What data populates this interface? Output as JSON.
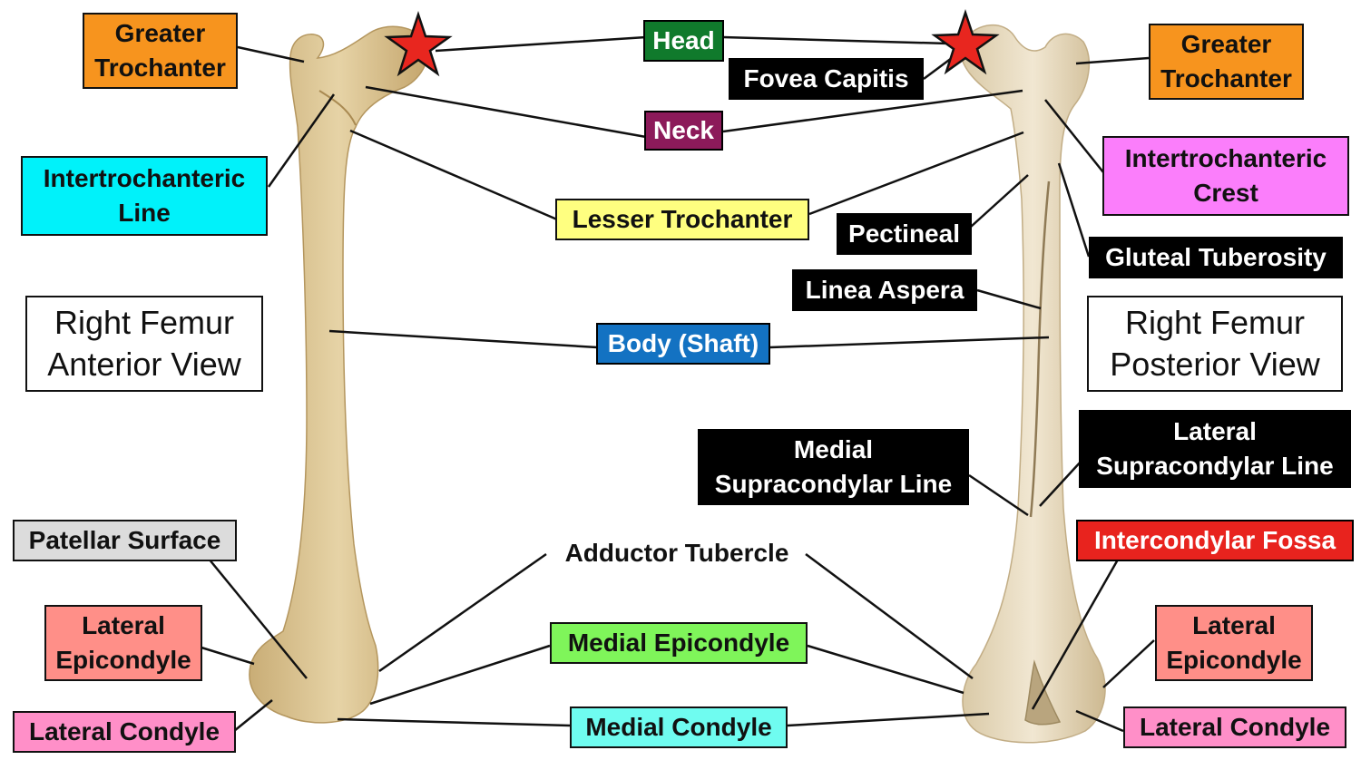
{
  "colors": {
    "orange": "#f7941e",
    "cyan": "#00f2fa",
    "green": "#107a2c",
    "maroon": "#8c1a5a",
    "yellow": "#ffff80",
    "blue": "#1372c2",
    "black": "#000000",
    "magenta": "#fb7efb",
    "pink": "#ff8fc8",
    "salmon": "#ff8f88",
    "gray": "#dcdcdc",
    "lime": "#7ff55a",
    "aqua": "#6ffcf0",
    "red": "#e8231e",
    "star": "#e8261f",
    "bone_left": "#dcc594",
    "bone_right": "#e7d9bd"
  },
  "icons": {
    "head_marker": "star-icon"
  },
  "titles": {
    "anterior": "Right Femur\nAnterior View",
    "posterior": "Right Femur\nPosterior View"
  },
  "labels": {
    "greater_trochanter_left": "Greater\nTrochanter",
    "greater_trochanter_right": "Greater\nTrochanter",
    "intertrochanteric_line": "Intertrochanteric\nLine",
    "head": "Head",
    "fovea_capitis": "Fovea Capitis",
    "neck": "Neck",
    "lesser_trochanter": "Lesser Trochanter",
    "intertrochanteric_crest": "Intertrochanteric\nCrest",
    "pectineal": "Pectineal",
    "gluteal_tuberosity": "Gluteal Tuberosity",
    "linea_aspera": "Linea Aspera",
    "body_shaft": "Body (Shaft)",
    "medial_supracondylar_line": "Medial\nSupracondylar Line",
    "lateral_supracondylar_line": "Lateral\nSupracondylar Line",
    "intercondylar_fossa": "Intercondylar Fossa",
    "patellar_surface": "Patellar Surface",
    "adductor_tubercle": "Adductor Tubercle",
    "lateral_epicondyle_left": "Lateral\nEpicondyle",
    "lateral_epicondyle_right": "Lateral\nEpicondyle",
    "medial_epicondyle": "Medial Epicondyle",
    "lateral_condyle_left": "Lateral Condyle",
    "lateral_condyle_right": "Lateral Condyle",
    "medial_condyle": "Medial Condyle"
  }
}
